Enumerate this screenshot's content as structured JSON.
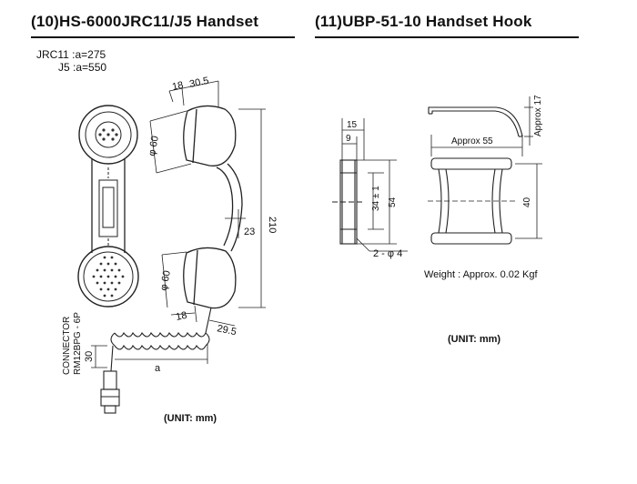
{
  "left": {
    "title": "(10)HS-6000JRC11/J5 Handset",
    "notes": [
      "JRC11 :a=275",
      "J5 :a=550"
    ],
    "dims": {
      "d18": "18",
      "d30_5": "30.5",
      "phi60a": "φ 60",
      "d23": "23",
      "d210": "210",
      "phi60b": "φ 60",
      "d18b": "18",
      "d29_5": "29.5",
      "d30": "30",
      "a": "a"
    },
    "connector": [
      "CONNECTOR",
      "RM12BPG - 6P"
    ],
    "unit": "(UNIT: mm)"
  },
  "right": {
    "title": "(11)UBP-51-10 Handset Hook",
    "dims": {
      "d15": "15",
      "d9": "9",
      "approx55": "Approx 55",
      "approx17": "Approx 17",
      "d34": "34 ± 1",
      "d54": "54",
      "d40": "40",
      "hole": "2 - φ 4"
    },
    "weight": "Weight : Approx. 0.02 Kgf",
    "unit": "(UNIT: mm)"
  }
}
